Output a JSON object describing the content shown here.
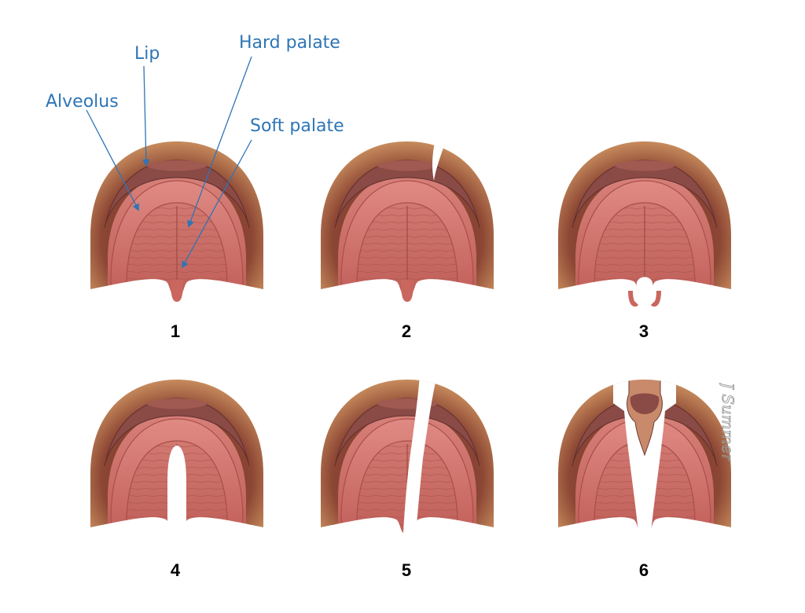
{
  "labels": {
    "lip": "Lip",
    "alveolus": "Alveolus",
    "hard_palate": "Hard palate",
    "soft_palate": "Soft palate"
  },
  "panels": [
    {
      "number": "1",
      "variant": "normal"
    },
    {
      "number": "2",
      "variant": "cleft-lip-incomplete"
    },
    {
      "number": "3",
      "variant": "cleft-uvula"
    },
    {
      "number": "4",
      "variant": "cleft-palate"
    },
    {
      "number": "5",
      "variant": "unilateral-complete"
    },
    {
      "number": "6",
      "variant": "bilateral-complete"
    }
  ],
  "signature_text": "J Summer",
  "colors": {
    "label_blue": "#2e75b6",
    "skin_outer": "#9a4f32",
    "lip": "#8a4a45",
    "gum": "#d0736e",
    "palate": "#c9675f"
  }
}
